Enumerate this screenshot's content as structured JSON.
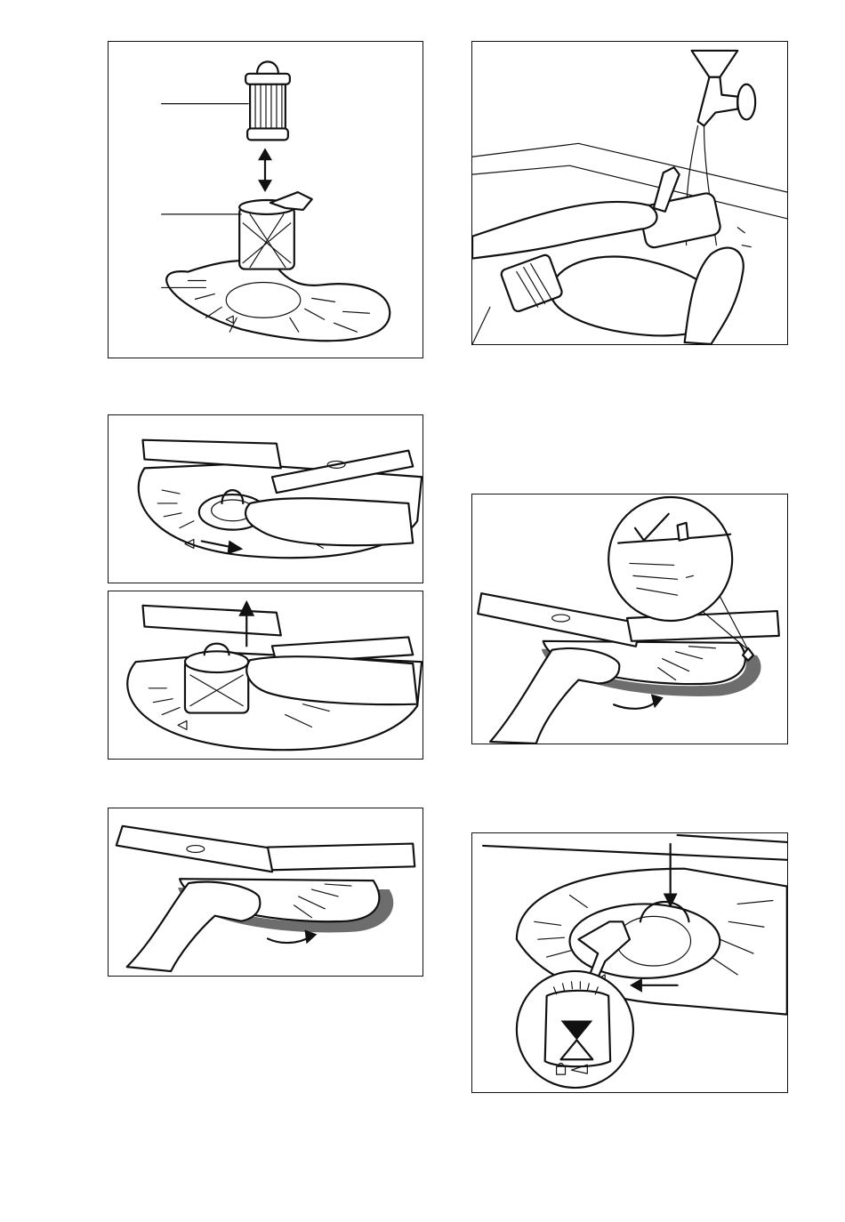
{
  "page": {
    "title": "",
    "panels": [
      {
        "id": "A",
        "caption": ""
      },
      {
        "id": "B",
        "caption": ""
      },
      {
        "id": "C",
        "caption": ""
      },
      {
        "id": "D",
        "caption": ""
      },
      {
        "id": "E",
        "caption": ""
      },
      {
        "id": "F",
        "caption": ""
      },
      {
        "id": "G",
        "caption": ""
      }
    ]
  },
  "icons": {
    "arrow": "arrow-icon",
    "checkmark": "checkmark-icon",
    "hourglass": "hourglass-icon",
    "lock": "lock-icon"
  },
  "colors": {
    "line": "#111111",
    "seal": "#9a9a9a",
    "background": "#ffffff"
  }
}
